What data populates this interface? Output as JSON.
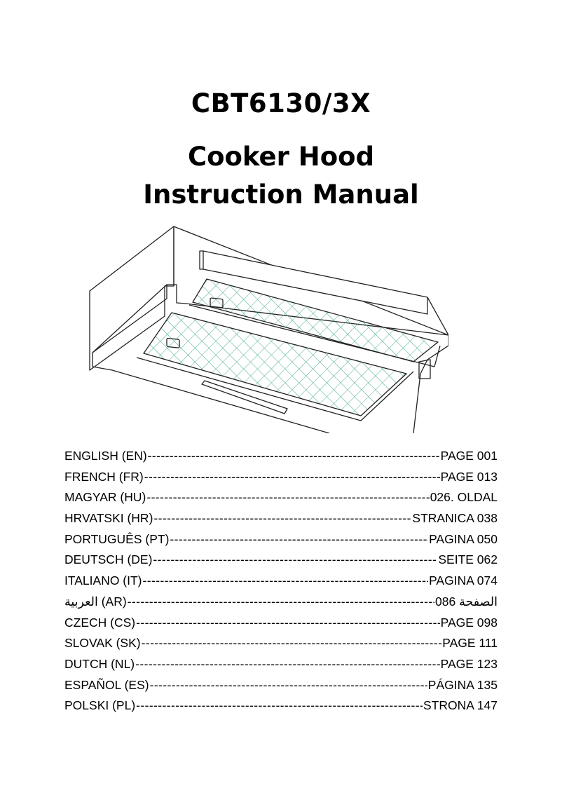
{
  "document": {
    "model": "CBT6130/3X",
    "subtitle_line1": "Cooker Hood",
    "subtitle_line2": "Instruction Manual",
    "illustration": "cooker-hood-line-drawing",
    "colors": {
      "text": "#000000",
      "filter_mesh": "#3aa87a",
      "background": "#ffffff"
    }
  },
  "toc": [
    {
      "label": "ENGLISH (EN)",
      "page": "PAGE 001"
    },
    {
      "label": "FRENCH (FR)",
      "page": "PAGE 013"
    },
    {
      "label": "MAGYAR (HU)",
      "page": "026. OLDAL"
    },
    {
      "label": "HRVATSKI (HR)",
      "page": "STRANICA 038"
    },
    {
      "label": "PORTUGUÊS (PT)",
      "page": "PAGINA 050"
    },
    {
      "label": "DEUTSCH (DE)",
      "page": "SEITE 062"
    },
    {
      "label": "ITALIANO (IT)",
      "page": "PAGINA 074"
    },
    {
      "label": "العربية (AR)",
      "page": "086 الصفحة"
    },
    {
      "label": "CZECH (CS)",
      "page": "PAGE 098"
    },
    {
      "label": "SLOVAK (SK)",
      "page": "PAGE 111"
    },
    {
      "label": "DUTCH (NL)",
      "page": "PAGE 123"
    },
    {
      "label": "ESPAÑOL (ES)",
      "page": "PÁGINA 135"
    },
    {
      "label": "POLSKI (PL)",
      "page": "STRONA 147"
    }
  ]
}
